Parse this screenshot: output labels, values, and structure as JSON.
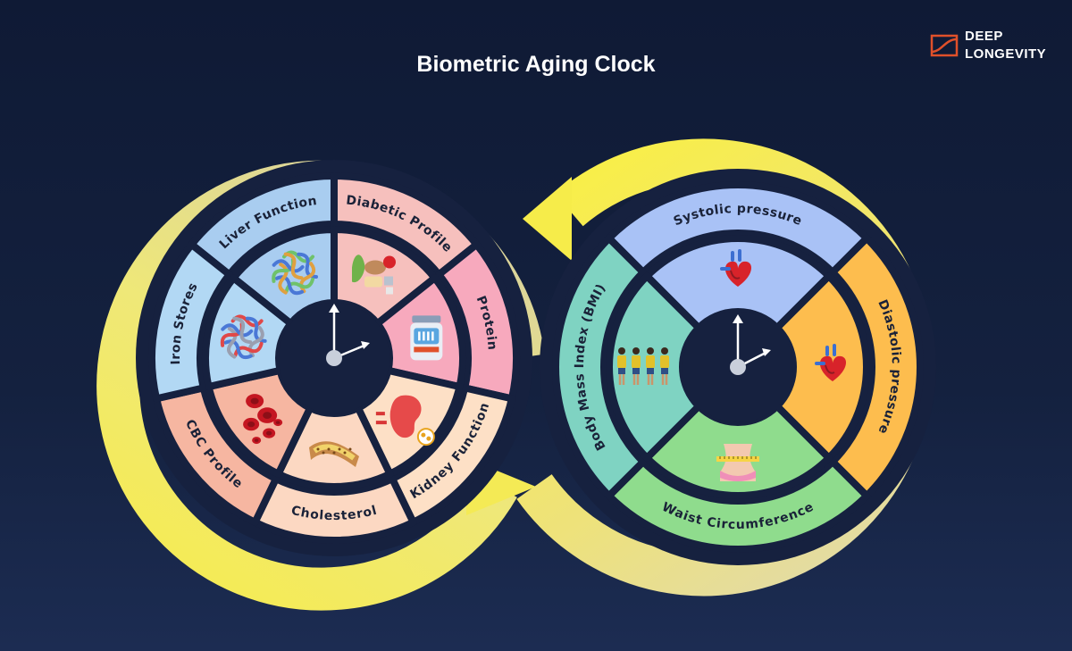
{
  "title": "Biometric Aging Clock",
  "brand": {
    "line1": "DEEP",
    "line2": "LONGEVITY",
    "accent": "#e0502a"
  },
  "colors": {
    "background": "#131e3b",
    "loop_bright": "#f6ec4e",
    "loop_pale": "#e8e2a0",
    "clock_face": "#16213f"
  },
  "left_clock": {
    "segments": [
      {
        "label": "Liver Function",
        "color": "#a9cdf0",
        "icon": "protein-structure-icon"
      },
      {
        "label": "Diabetic Profile",
        "color": "#f6c0bd",
        "icon": "food-icon"
      },
      {
        "label": "Protein",
        "color": "#f7a9bd",
        "icon": "protein-jar-icon"
      },
      {
        "label": "Kidney Function",
        "color": "#fde0c6",
        "icon": "kidney-icon"
      },
      {
        "label": "Cholesterol",
        "color": "#fcd8c2",
        "icon": "artery-icon"
      },
      {
        "label": "CBC Profile",
        "color": "#f6b6a1",
        "icon": "blood-cells-icon"
      },
      {
        "label": "Iron Stores",
        "color": "#b2d8f4",
        "icon": "molecule-icon"
      }
    ]
  },
  "right_clock": {
    "segments": [
      {
        "label": "Systolic pressure",
        "color": "#a9c2f6",
        "icon": "heart-icon"
      },
      {
        "label": "Diastolic pressure",
        "color": "#fdbd4e",
        "icon": "heart-icon"
      },
      {
        "label": "Waist Circumference",
        "color": "#8fdc8d",
        "icon": "waist-icon"
      },
      {
        "label": "Body Mass Index (BMI)",
        "color": "#7fd3c2",
        "icon": "people-icon"
      }
    ]
  }
}
